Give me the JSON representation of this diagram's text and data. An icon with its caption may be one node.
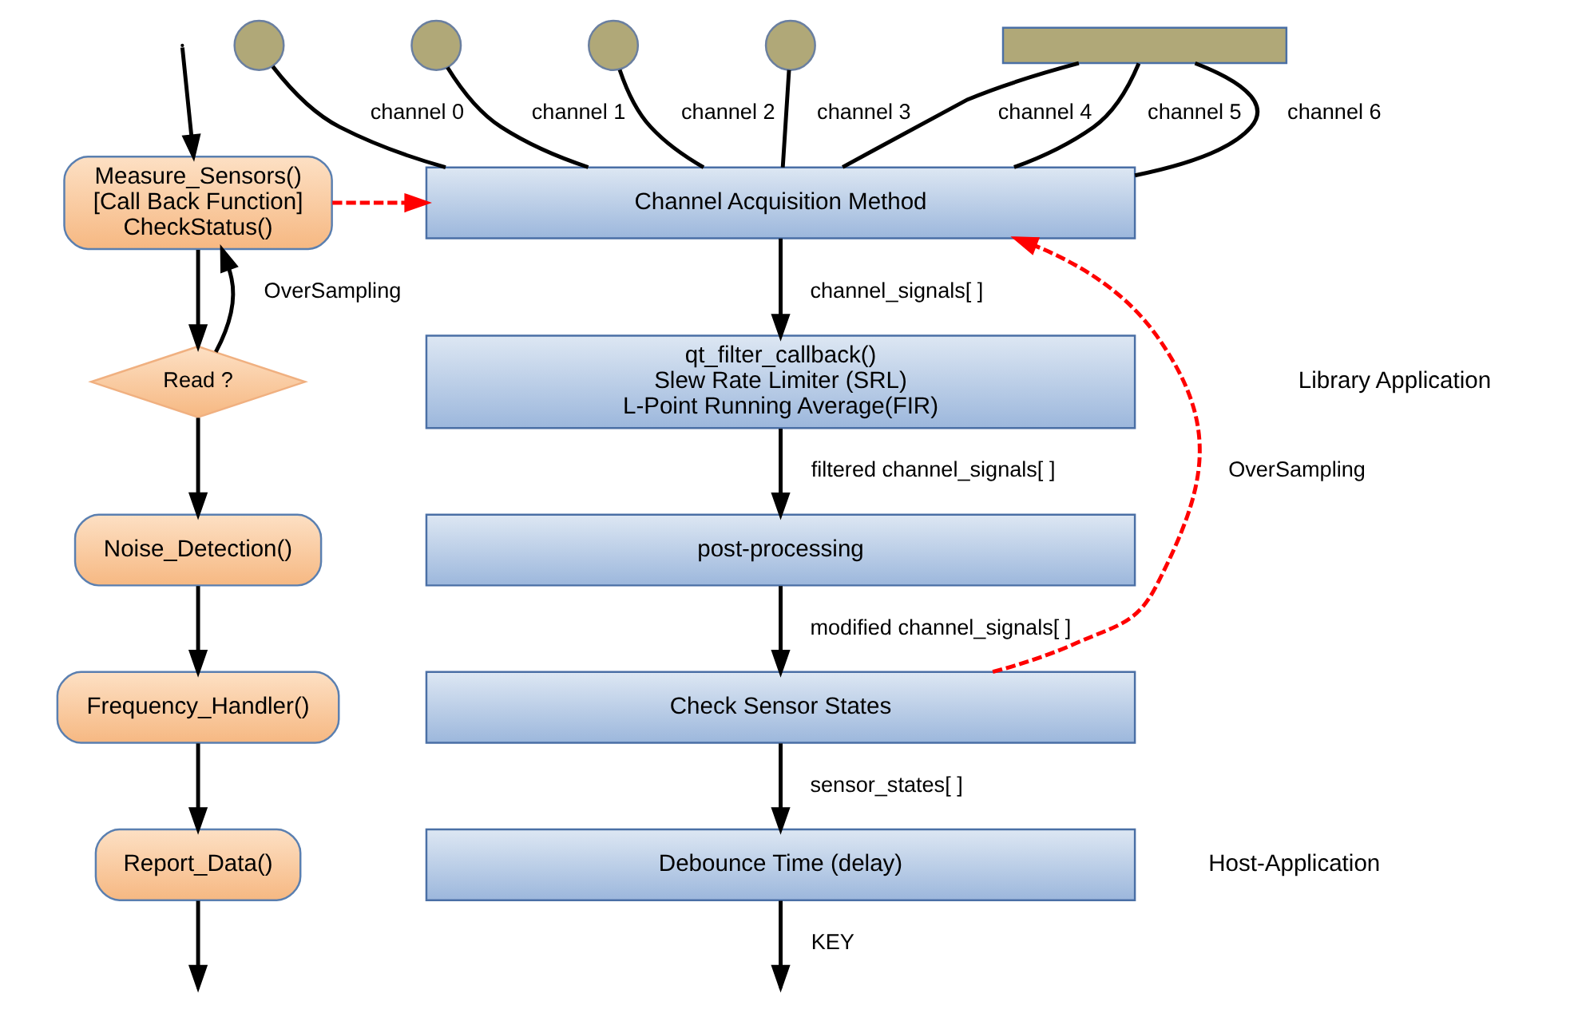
{
  "diagram": {
    "nodes": [
      {
        "text": [
          "Measure_Sensors()",
          "[Call Back Function]",
          "CheckStatus()"
        ]
      },
      {
        "text": [
          "Read ?"
        ]
      },
      {
        "text": [
          "Noise_Detection()"
        ]
      },
      {
        "text": [
          "Frequency_Handler()"
        ]
      },
      {
        "text": [
          "Report_Data()"
        ]
      },
      {
        "text": [],
        "shape": "circle"
      },
      {
        "text": [],
        "shape": "circle"
      },
      {
        "text": [],
        "shape": "circle"
      },
      {
        "text": [],
        "shape": "circle"
      },
      {
        "text": [],
        "shape": "bar"
      },
      {
        "text": [
          "Channel Acquisition Method"
        ]
      },
      {
        "text": [
          "qt_filter_callback()",
          "Slew Rate Limiter (SRL)",
          "L-Point Running Average(FIR)"
        ]
      },
      {
        "text": [
          "post-processing"
        ]
      },
      {
        "text": [
          "Check Sensor States"
        ]
      },
      {
        "text": [
          "Debounce Time (delay)"
        ]
      }
    ],
    "edges": [
      {
        "from": null,
        "to": 0,
        "arrow": "to"
      },
      {
        "from": 0,
        "to": 1,
        "arrow": "to"
      },
      {
        "from": 1,
        "to": 0,
        "arrow": "to",
        "label": "OverSampling"
      },
      {
        "from": 1,
        "to": 2,
        "arrow": "to"
      },
      {
        "from": 2,
        "to": 3,
        "arrow": "to"
      },
      {
        "from": 3,
        "to": 4,
        "arrow": "to"
      },
      {
        "from": 4,
        "to": null,
        "arrow": "to"
      },
      {
        "from": 5,
        "to": 10,
        "arrow": "none",
        "label": "channel 0"
      },
      {
        "from": 6,
        "to": 10,
        "arrow": "none",
        "label": "channel 1"
      },
      {
        "from": 7,
        "to": 10,
        "arrow": "none",
        "label": "channel 2"
      },
      {
        "from": 8,
        "to": 10,
        "arrow": "none",
        "label": "channel 3"
      },
      {
        "from": 9,
        "to": 10,
        "arrow": "none",
        "label": "channel 4"
      },
      {
        "from": 9,
        "to": 10,
        "arrow": "none",
        "label": "channel 5"
      },
      {
        "from": 9,
        "to": 10,
        "arrow": "none",
        "label": "channel 6"
      },
      {
        "from": 0,
        "to": 10,
        "arrow": "to",
        "style": "dashed",
        "color": "#ff0000"
      },
      {
        "from": 10,
        "to": 11,
        "arrow": "to",
        "label": "channel_signals[ ]"
      },
      {
        "from": 11,
        "to": 12,
        "arrow": "to",
        "label": "filtered channel_signals[ ]"
      },
      {
        "from": 12,
        "to": 13,
        "arrow": "to",
        "label": "modified channel_signals[ ]"
      },
      {
        "from": 13,
        "to": 14,
        "arrow": "to",
        "label": "sensor_states[ ]"
      },
      {
        "from": 13,
        "to": 10,
        "arrow": "to",
        "label": "OverSampling",
        "style": "dashed",
        "color": "#ff0000"
      },
      {
        "from": 14,
        "to": null,
        "arrow": "to",
        "label": "KEY"
      }
    ],
    "labels": [
      "Library Application",
      "Host-Application"
    ]
  }
}
